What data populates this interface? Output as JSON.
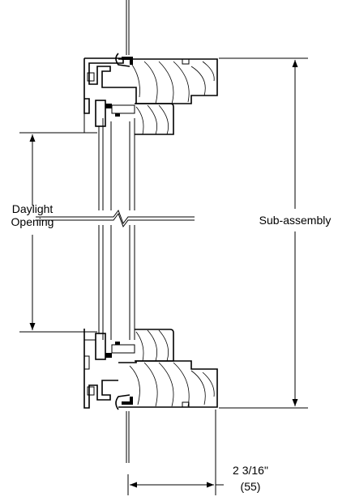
{
  "labels": {
    "daylight_line1": "Daylight",
    "daylight_line2": "Opening",
    "sub_assembly": "Sub-assembly",
    "width_imperial": "2 3/16\"",
    "width_metric": "(55)"
  }
}
